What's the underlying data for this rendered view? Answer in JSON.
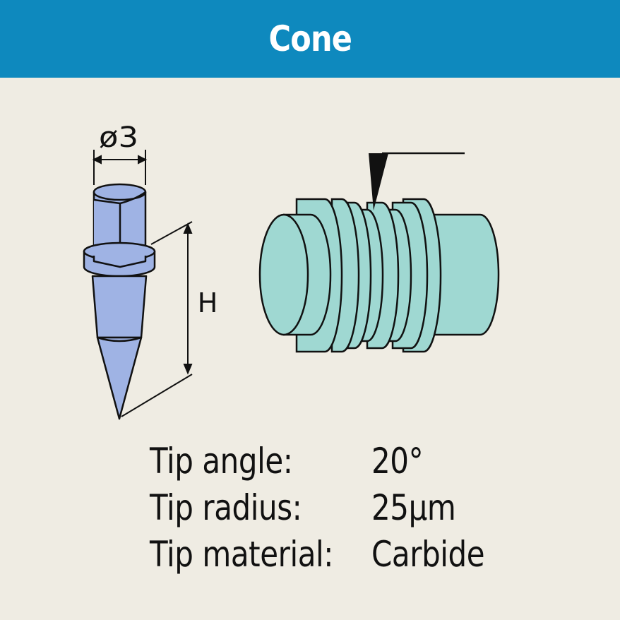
{
  "header": {
    "title": "Cone"
  },
  "diagram": {
    "diameter_label": "ø3",
    "height_label": "H"
  },
  "specs": [
    {
      "label": "Tip angle:",
      "value": "20°"
    },
    {
      "label": "Tip radius:",
      "value": "25µm"
    },
    {
      "label": "Tip material:",
      "value": "Carbide"
    }
  ],
  "colors": {
    "header_bg": "#0e89be",
    "background": "#efece3",
    "stylus_fill": "#9fb3e4",
    "workpiece_fill": "#9fd8d2",
    "outline": "#111111"
  }
}
